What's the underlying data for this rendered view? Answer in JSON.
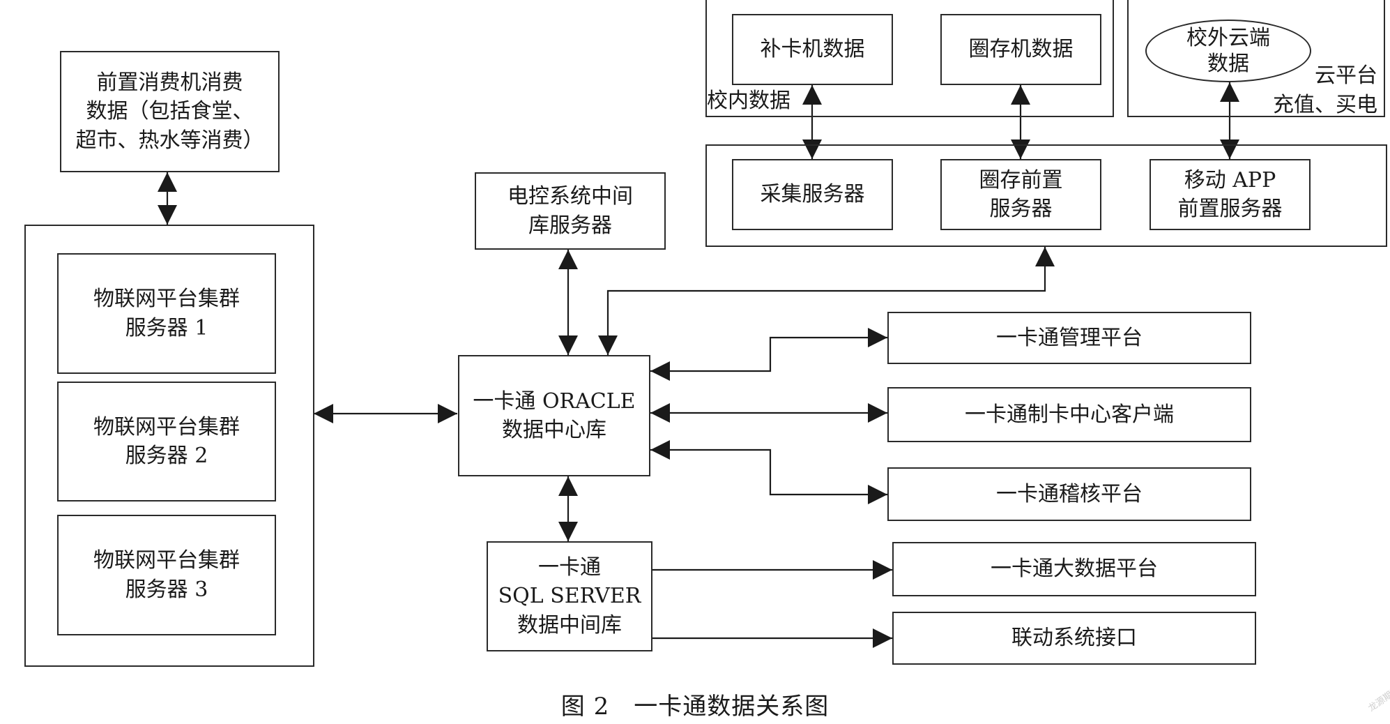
{
  "frontend_consumption": "前置消费机消费\n数据（包括食堂、\n超市、热水等消费）",
  "iot_cluster": {
    "servers": [
      "物联网平台集群\n服务器 1",
      "物联网平台集群\n服务器 2",
      "物联网平台集群\n服务器 3"
    ]
  },
  "electric_control_server": "电控系统中间\n库服务器",
  "oracle_center": "一卡通 ORACLE\n数据中心库",
  "sqlserver_middle": "一卡通\nSQL SERVER\n数据中间库",
  "campus_data": {
    "label": "校内数据",
    "card_reissue": "补卡机数据",
    "circle_machine": "圈存机数据"
  },
  "cloud_platform": {
    "label": "云平台\n充值、买电",
    "off_campus": "校外云端\n数据"
  },
  "front_servers": {
    "collection": "采集服务器",
    "circle_front": "圈存前置\n服务器",
    "mobile_app": "移动 APP\n前置服务器"
  },
  "outputs": {
    "management": "一卡通管理平台",
    "card_center": "一卡通制卡中心客户端",
    "audit": "一卡通稽核平台",
    "big_data": "一卡通大数据平台",
    "linkage": "联动系统接口"
  },
  "caption": "图 2　一卡通数据关系图",
  "watermark": "龙源期刊网",
  "colors": {
    "line": "#1a1a1a",
    "background": "#ffffff"
  }
}
